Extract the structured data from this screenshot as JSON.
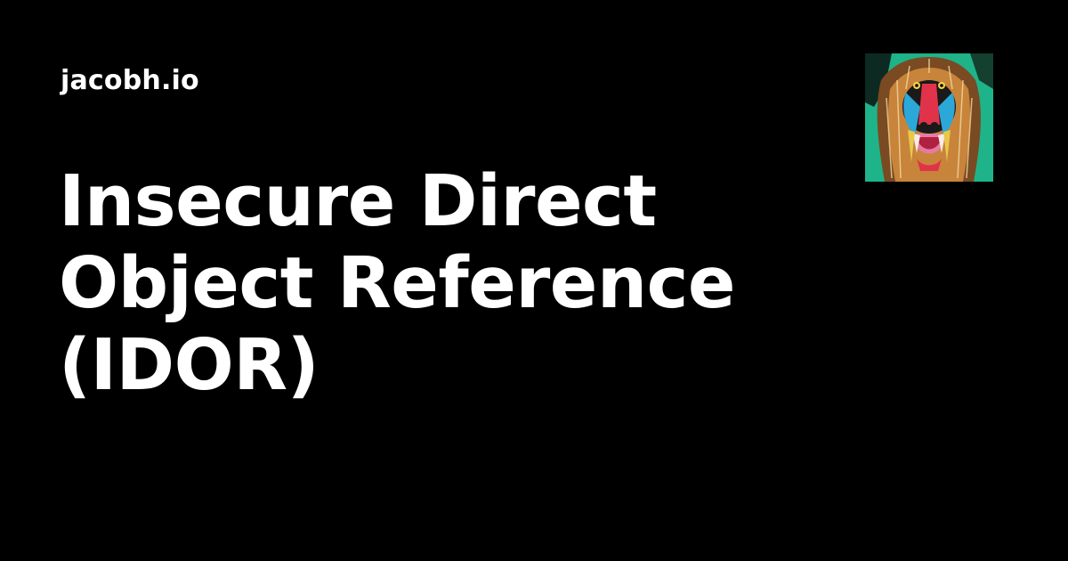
{
  "site": {
    "name": "jacobh.io"
  },
  "post": {
    "title_lines": [
      "Insecure Direct",
      "Object Reference",
      "(IDOR)"
    ]
  },
  "avatar": {
    "icon": "mandrill-avatar-icon"
  },
  "colors": {
    "background": "#000000",
    "text": "#ffffff",
    "avatar_green": "#1fb38a",
    "avatar_orange": "#d9822b",
    "avatar_red": "#e0334a",
    "avatar_blue": "#2ba8d8"
  }
}
